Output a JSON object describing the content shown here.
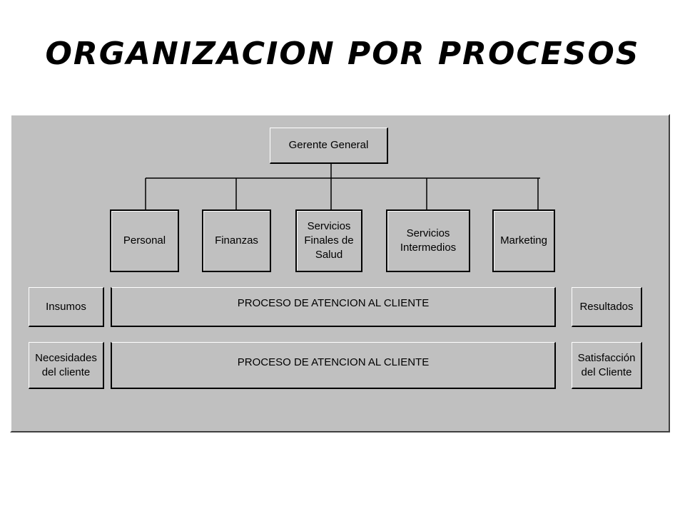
{
  "title": "ORGANIZACION POR PROCESOS",
  "gerente": "Gerente General",
  "departments": [
    "Personal",
    "Finanzas",
    "Servicios\nFinales de\nSalud",
    "Servicios\nIntermedios",
    "Marketing"
  ],
  "rows": [
    {
      "input": "Insumos",
      "process": "PROCESO DE ATENCION AL CLIENTE",
      "output": "Resultados"
    },
    {
      "input": "Necesidades\ndel cliente",
      "process": "PROCESO DE ATENCION AL CLIENTE",
      "output": "Satisfacción\ndel Cliente"
    }
  ]
}
